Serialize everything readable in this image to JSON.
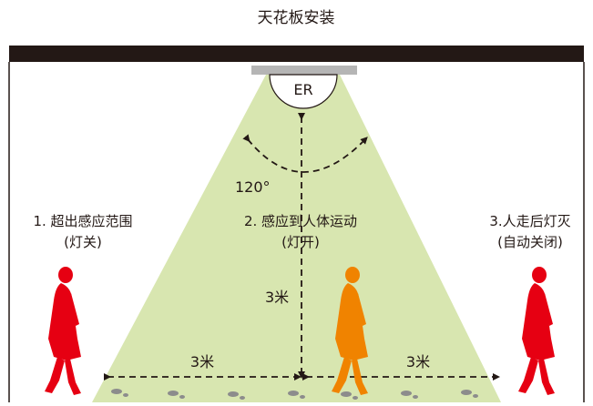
{
  "title": "天花板安装",
  "sensor_label": "ER",
  "angle_label": "120°",
  "height_label": "3米",
  "left_range_label": "3米",
  "right_range_label": "3米",
  "steps": [
    {
      "label": "1. 超出感应范围",
      "sub": "(灯关)"
    },
    {
      "label": "2. 感应到人体运动",
      "sub": "(灯开)"
    },
    {
      "label": "3.人走后灯灭",
      "sub": "(自动关闭)"
    }
  ],
  "colors": {
    "ceiling": "#231815",
    "cone": "#d8e6b0",
    "person_off": "#e60012",
    "person_on": "#f08300",
    "sensor_mount": "#b5b5b5",
    "lines": "#231815"
  },
  "icons": {
    "person": "walking-woman-icon",
    "footprint": "footprint-icon"
  }
}
